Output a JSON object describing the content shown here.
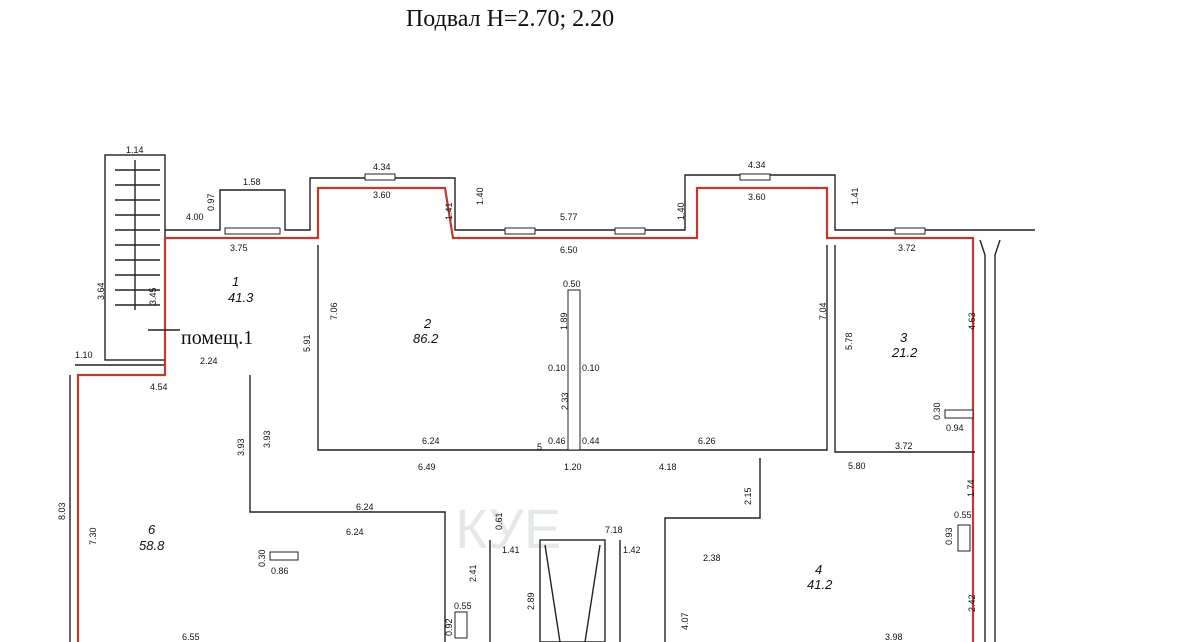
{
  "title": "Подвал  Н=2.70; 2.20",
  "watermark": "КУЕ",
  "label_pomesh": "помещ.1",
  "rooms": [
    {
      "num": "1",
      "area": "41.3"
    },
    {
      "num": "2",
      "area": "86.2"
    },
    {
      "num": "3",
      "area": "21.2"
    },
    {
      "num": "4",
      "area": "41.2"
    },
    {
      "num": "6",
      "area": "58.8"
    }
  ],
  "dims": {
    "d_1_14": "1.14",
    "d_1_58": "1.58",
    "d_0_97": "0.97",
    "d_4_00": "4.00",
    "d_3_75": "3.75",
    "d_4_34a": "4.34",
    "d_3_60a": "3.60",
    "d_1_41a": "1.41",
    "d_1_40a": "1.40",
    "d_5_77": "5.77",
    "d_6_50": "6.50",
    "d_4_34b": "4.34",
    "d_3_60b": "3.60",
    "d_1_40b": "1.40",
    "d_1_41b": "1.41",
    "d_3_72a": "3.72",
    "d_3_64": "3.64",
    "d_3_45": "3.45",
    "d_1_10": "1.10",
    "d_4_54": "4.54",
    "d_2_24": "2.24",
    "d_7_06": "7.06",
    "d_5_91": "5.91",
    "d_0_50a": "0.50",
    "d_1_89": "1.89",
    "d_0_10a": "0.10",
    "d_0_10b": "0.10",
    "d_2_33": "2.33",
    "d_7_04": "7.04",
    "d_5_78": "5.78",
    "d_4_63": "4.63",
    "d_0_30a": "0.30",
    "d_0_94": "0.94",
    "d_6_24a": "6.24",
    "d_5": "5",
    "d_0_46": "0.46",
    "d_0_44": "0.44",
    "d_6_26": "6.26",
    "d_3_72b": "3.72",
    "d_6_49": "6.49",
    "d_1_20": "1.20",
    "d_4_18": "4.18",
    "d_5_80": "5.80",
    "d_3_93a": "3.93",
    "d_3_93b": "3.93",
    "d_2_15": "2.15",
    "d_1_74": "1.74",
    "d_6_24b": "6.24",
    "d_6_24c": "6.24",
    "d_0_61": "0.61",
    "d_7_18": "7.18",
    "d_0_55a": "0.55",
    "d_0_93": "0.93",
    "d_8_03": "8.03",
    "d_7_30": "7.30",
    "d_1_41c": "1.41",
    "d_1_42": "1.42",
    "d_2_38": "2.38",
    "d_0_30b": "0.30",
    "d_0_86": "0.86",
    "d_2_41": "2.41",
    "d_2_89": "2.89",
    "d_4_07": "4.07",
    "d_2_42": "2.42",
    "d_0_55b": "0.55",
    "d_0_92": "0.92",
    "d_6_55": "6.55",
    "d_3_98": "3.98"
  }
}
